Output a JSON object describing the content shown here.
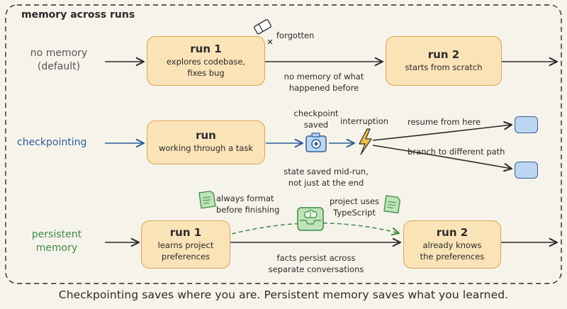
{
  "title": "memory across runs",
  "rows": {
    "no_memory": {
      "label_line1": "no memory",
      "label_line2": "(default)",
      "run1": {
        "title": "run 1",
        "line1": "explores codebase,",
        "line2": "fixes bug"
      },
      "run2": {
        "title": "run 2",
        "line1": "starts from scratch"
      },
      "forgotten_label": "forgotten",
      "note_line1": "no memory of what",
      "note_line2": "happened before"
    },
    "checkpointing": {
      "label": "checkpointing",
      "run": {
        "title": "run",
        "line1": "working through a task"
      },
      "checkpoint_line1": "checkpoint",
      "checkpoint_line2": "saved",
      "interruption": "interruption",
      "resume": "resume from here",
      "branch": "branch to different path",
      "note_line1": "state saved mid-run,",
      "note_line2": "not just at the end"
    },
    "persistent": {
      "label_line1": "persistent",
      "label_line2": "memory",
      "run1": {
        "title": "run 1",
        "line1": "learns project",
        "line2": "preferences"
      },
      "run2": {
        "title": "run 2",
        "line1": "already knows",
        "line2": "the preferences"
      },
      "fact1_line1": "always format",
      "fact1_line2": "before finishing",
      "fact2_line1": "project uses",
      "fact2_line2": "TypeScript",
      "note_line1": "facts persist across",
      "note_line2": "separate conversations"
    }
  },
  "caption": "Checkpointing saves where you are. Persistent memory saves what you learned.",
  "colors": {
    "background": "#f6f3ea",
    "box_fill": "#fbe3b8",
    "box_border": "#d9a551",
    "checkpointing_blue": "#2e5c9a",
    "persistent_green": "#3f8a4a",
    "no_memory_gray": "#555555",
    "stroke": "#2a2a2a"
  },
  "icons": [
    "eraser-icon",
    "camera-icon",
    "lightning-icon",
    "note-icon",
    "archive-brain-icon",
    "note-icon"
  ]
}
